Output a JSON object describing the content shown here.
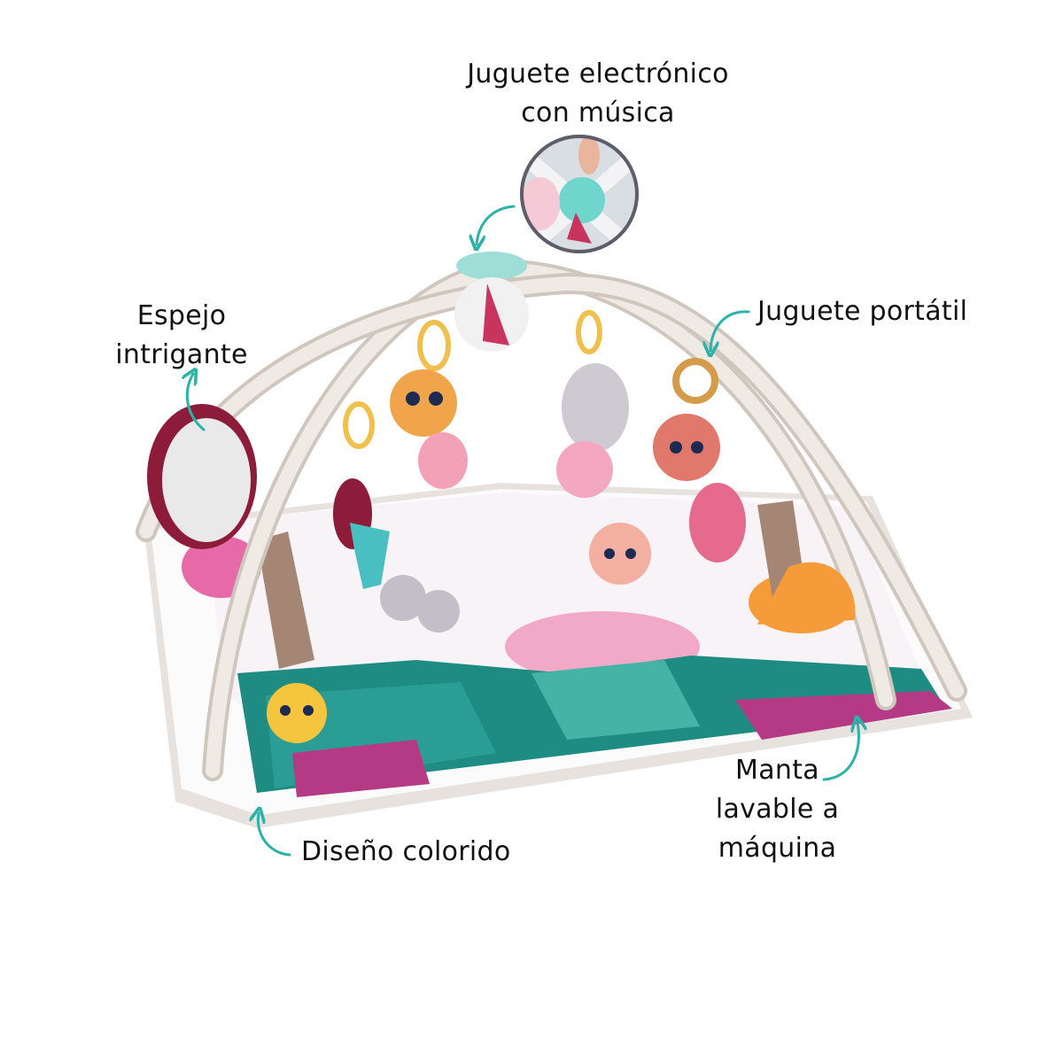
{
  "callouts": {
    "electronic_toy": [
      "Juguete electrónico",
      "con música"
    ],
    "mirror": [
      "Espejo",
      "intrigante"
    ],
    "portable_toy": [
      "Juguete portátil"
    ],
    "washable_blanket": [
      "Manta",
      "lavable a",
      "máquina"
    ],
    "colorful_design": [
      "Diseño colorido"
    ]
  },
  "colors": {
    "arrow": "#2bb3a7",
    "mat_teal": "#1f8c84",
    "mat_magenta": "#b53a86",
    "mat_pink": "#f2a9c8",
    "arch": "#e8e2da",
    "mirror_frame": "#8c1c3a"
  },
  "icons": [
    "curved-arrow-icon"
  ]
}
